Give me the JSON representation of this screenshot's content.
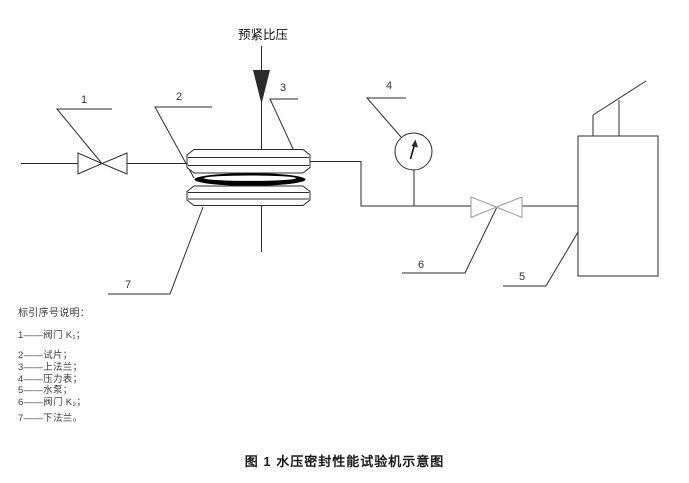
{
  "figure": {
    "caption": "图 1  水压密封性能试验机示意图",
    "pressure_label": "预紧比压"
  },
  "callouts": {
    "c1": "1",
    "c2": "2",
    "c3": "3",
    "c4": "4",
    "c5": "5",
    "c6": "6",
    "c7": "7"
  },
  "legend": {
    "title": "标引序号说明：",
    "items": [
      "1——阀门 K₁；",
      "2——试片；",
      "3——上法兰；",
      "4——压力表；",
      "5——水泵；",
      "6——阀门 K₂；",
      "7——下法兰。"
    ]
  },
  "components": {
    "valve1": "阀门 K₁",
    "specimen": "试片",
    "upper_flange": "上法兰",
    "gauge": "压力表",
    "pump": "水泵",
    "valve2": "阀门 K₂",
    "lower_flange": "下法兰"
  },
  "colors": {
    "line": "#2b2b2b",
    "valve2_stroke": "#9a9a9a",
    "gasket_fill": "#000000",
    "background": "#ffffff"
  }
}
